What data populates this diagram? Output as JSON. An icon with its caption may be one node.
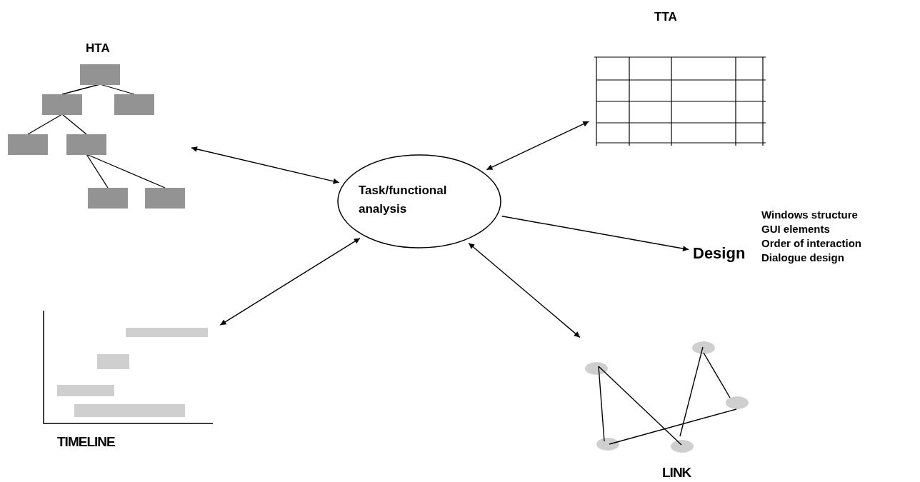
{
  "diagram": {
    "nodes": [
      {
        "text": [
          "Task/functional analysis"
        ]
      },
      {
        "text": [
          "HTA"
        ]
      },
      {
        "text": [
          "TTA"
        ]
      },
      {
        "text": [
          "Design"
        ],
        "beside": [
          "Windows structure",
          "GUI elements",
          "Order of interaction",
          "Dialogue design"
        ]
      },
      {
        "text": [
          "TIMELINE"
        ]
      },
      {
        "text": [
          "LINK"
        ]
      }
    ],
    "edges": [
      {
        "from": 1,
        "to": 0,
        "arrow": "both"
      },
      {
        "from": 2,
        "to": 0,
        "arrow": "both"
      },
      {
        "from": 0,
        "to": 3,
        "arrow": "to"
      },
      {
        "from": 4,
        "to": 0,
        "arrow": "both"
      },
      {
        "from": 5,
        "to": 0,
        "arrow": "both"
      }
    ]
  }
}
